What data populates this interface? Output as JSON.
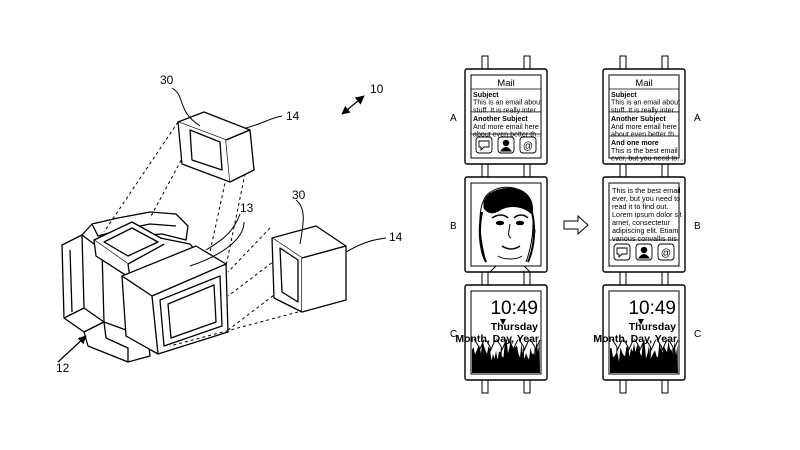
{
  "left_figure": {
    "labels": {
      "device": "10",
      "band": "12",
      "link": "13",
      "module": "14",
      "display": "30"
    }
  },
  "right_figure": {
    "row_labels": {
      "a": "A",
      "b": "B",
      "c": "C"
    },
    "mail_header": "Mail",
    "left_column": {
      "mail_lines": [
        {
          "text": "Subject",
          "bold": true
        },
        {
          "text": "This is an email about",
          "bold": false
        },
        {
          "text": "stuff. It is really inter...",
          "bold": false
        },
        {
          "text": "Another Subject",
          "bold": true
        },
        {
          "text": "And more email here",
          "bold": false
        },
        {
          "text": "about even better th...",
          "bold": false
        }
      ],
      "action_icons": [
        "chat-bubble-icon",
        "contact-person-icon",
        "at-sign-icon"
      ]
    },
    "right_column": {
      "mail_lines": [
        {
          "text": "Subject",
          "bold": true
        },
        {
          "text": "This is an email about",
          "bold": false
        },
        {
          "text": "stuff. It is really inter...",
          "bold": false
        },
        {
          "text": "Another Subject",
          "bold": true
        },
        {
          "text": "And more email here",
          "bold": false
        },
        {
          "text": "about even better th...",
          "bold": false
        },
        {
          "text": "And one more",
          "bold": true
        },
        {
          "text": "This is the best email",
          "bold": false
        },
        {
          "text": "ever, but you need to...",
          "bold": false
        }
      ],
      "body_lines": [
        "This is the best email",
        "ever, but you need to",
        "read it to find out.",
        "Lorem ipsum dolor sit",
        "amet, consectetur",
        "adipiscing elit. Etiam",
        "various convallis nis"
      ]
    },
    "clock": {
      "time": "10:49",
      "day": "Thursday",
      "date": "Month, Day, Year"
    }
  }
}
